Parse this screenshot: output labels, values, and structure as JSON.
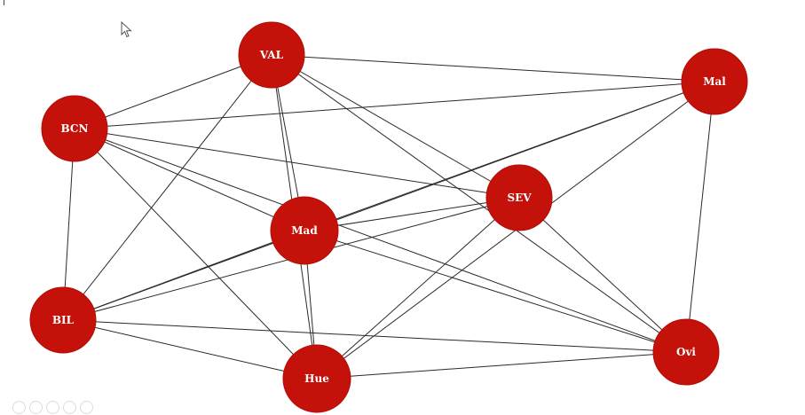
{
  "nodes": [
    {
      "id": "VAL",
      "label": "VAL"
    },
    {
      "id": "Mal",
      "label": "Mal"
    },
    {
      "id": "BCN",
      "label": "BCN"
    },
    {
      "id": "SEV",
      "label": "SEV"
    },
    {
      "id": "Mad",
      "label": "Mad"
    },
    {
      "id": "BIL",
      "label": "BIL"
    },
    {
      "id": "Ovi",
      "label": "Ovi"
    },
    {
      "id": "Hue",
      "label": "Hue"
    }
  ],
  "edges": [
    [
      "VAL",
      "Mal"
    ],
    [
      "VAL",
      "BCN"
    ],
    [
      "VAL",
      "BIL"
    ],
    [
      "VAL",
      "Mad"
    ],
    [
      "VAL",
      "SEV"
    ],
    [
      "VAL",
      "Hue"
    ],
    [
      "VAL",
      "Ovi"
    ],
    [
      "BCN",
      "Mal"
    ],
    [
      "BCN",
      "SEV"
    ],
    [
      "BCN",
      "Mad"
    ],
    [
      "BCN",
      "BIL"
    ],
    [
      "BCN",
      "Hue"
    ],
    [
      "BCN",
      "Ovi"
    ],
    [
      "Mal",
      "Mad"
    ],
    [
      "Mal",
      "BIL"
    ],
    [
      "Mal",
      "Hue"
    ],
    [
      "Mal",
      "Ovi"
    ],
    [
      "Mad",
      "SEV"
    ],
    [
      "Mad",
      "BIL"
    ],
    [
      "Mad",
      "Hue"
    ],
    [
      "Mad",
      "Ovi"
    ],
    [
      "SEV",
      "BIL"
    ],
    [
      "SEV",
      "Hue"
    ],
    [
      "SEV",
      "Ovi"
    ],
    [
      "BIL",
      "Hue"
    ],
    [
      "BIL",
      "Ovi"
    ],
    [
      "Hue",
      "Ovi"
    ]
  ],
  "colors": {
    "node_fill": "#c4110a",
    "edge": "#2a2a2a",
    "label": "#ffffff"
  },
  "icons": [
    "cursor-arrow-icon",
    "player-control-icon"
  ]
}
